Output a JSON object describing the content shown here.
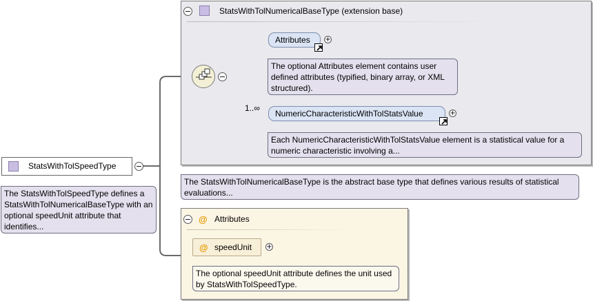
{
  "root": {
    "name": "StatsWithTolSpeedType",
    "doc": "The StatsWithTolSpeedType defines a StatsWithTolNumericalBaseType with an optional speedUnit attribute that identifies..."
  },
  "base": {
    "title": "StatsWithTolNumericalBaseType (extension base)",
    "doc": "The StatsWithTolNumericalBaseType is the abstract base type that defines various results of statistical evaluations..."
  },
  "children": {
    "attributes": {
      "name": "Attributes",
      "doc": "The optional Attributes element contains user defined attributes (typified, binary array, or XML structured)."
    },
    "numeric": {
      "multiplicity": "1..∞",
      "name": "NumericCharacteristicWithTolStatsValue",
      "doc": "Each NumericCharacteristicWithTolStatsValue element is a statistical value for a numeric characteristic involving a..."
    }
  },
  "attributes_group": {
    "title": "Attributes",
    "item": {
      "name": "speedUnit",
      "doc": "The optional speedUnit attribute defines the unit used by StatsWithTolSpeedType."
    }
  },
  "symbols": {
    "collapse": "−",
    "expand": "+",
    "attribute": "@"
  },
  "icons": [
    "type-icon",
    "sequence-compositor-icon",
    "link-arrow-icon",
    "attribute-icon"
  ],
  "colors": {
    "type_icon": "#c9bde4",
    "element_fill": "#dae4f4",
    "doc_fill": "#e4e0ee",
    "attr_fill": "#fbf5e4",
    "attr_symbol": "#e69a00"
  }
}
